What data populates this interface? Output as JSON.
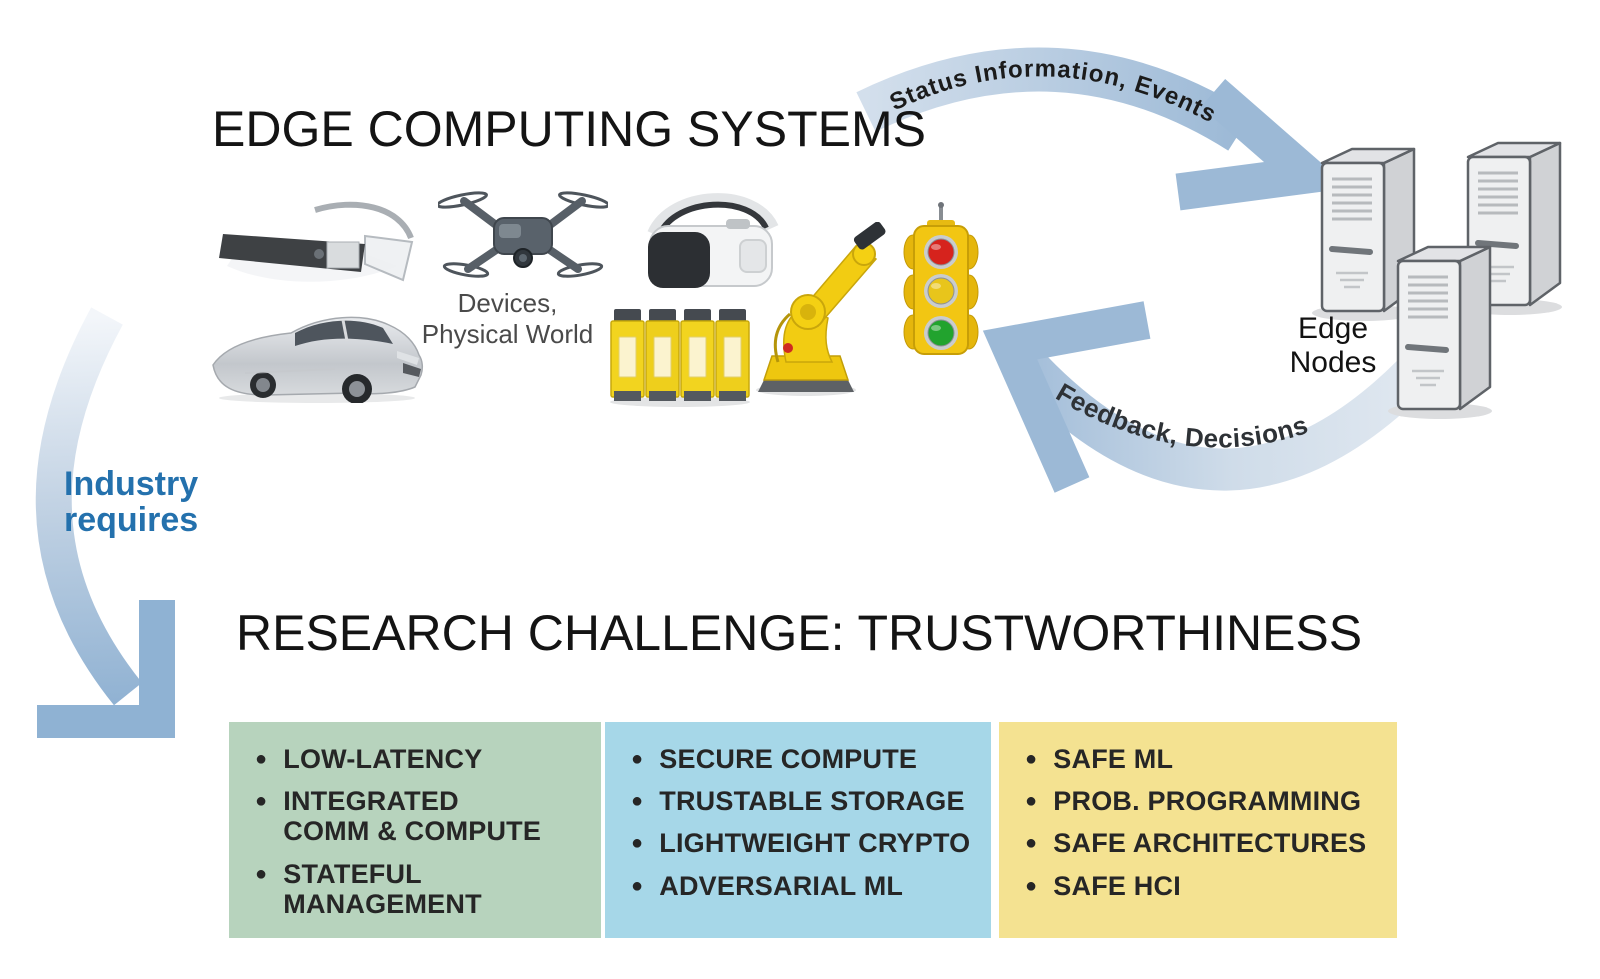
{
  "titles": {
    "edge_systems": "EDGE COMPUTING SYSTEMS",
    "research_challenge": "RESEARCH CHALLENGE: TRUSTWORTHINESS"
  },
  "flow": {
    "to_edge_label": "Status Information, Events",
    "from_edge_label": "Feedback, Decisions",
    "industry_line1": "Industry",
    "industry_line2": "requires"
  },
  "device_cluster": {
    "caption_line1": "Devices,",
    "caption_line2": "Physical World",
    "icons": [
      "smart-glasses-icon",
      "drone-icon",
      "vr-headset-icon",
      "car-icon",
      "safety-plc-icon",
      "robot-arm-icon",
      "traffic-light-icon"
    ]
  },
  "edge_nodes": {
    "label_line1": "Edge",
    "label_line2": "Nodes",
    "icon": "server-tower-icon",
    "count": 3
  },
  "glyphs": {
    "bullet": "●"
  },
  "colors": {
    "arrow_blue": "#9cb9d6",
    "arrow_blue_light": "#d3dfec",
    "industry_text_blue": "#2471ad",
    "column_green": "#b7d3bd",
    "column_blue": "#a6d7e8",
    "column_yellow": "#f4e291",
    "traffic_red": "#d6231d",
    "traffic_yellow": "#e8c51b",
    "traffic_green": "#22a32e"
  },
  "challenge_columns": [
    {
      "name": "green-column",
      "color": "#b7d3bd",
      "items": [
        {
          "lines": [
            "LOW-LATENCY"
          ]
        },
        {
          "lines": [
            "INTEGRATED",
            "COMM & COMPUTE"
          ]
        },
        {
          "lines": [
            "STATEFUL",
            "MANAGEMENT"
          ]
        }
      ]
    },
    {
      "name": "blue-column",
      "color": "#a6d7e8",
      "items": [
        {
          "lines": [
            "SECURE COMPUTE"
          ]
        },
        {
          "lines": [
            "TRUSTABLE STORAGE"
          ]
        },
        {
          "lines": [
            "LIGHTWEIGHT CRYPTO"
          ]
        },
        {
          "lines": [
            "ADVERSARIAL ML"
          ]
        }
      ]
    },
    {
      "name": "yellow-column",
      "color": "#f4e291",
      "items": [
        {
          "lines": [
            "SAFE ML"
          ]
        },
        {
          "lines": [
            "PROB. PROGRAMMING"
          ]
        },
        {
          "lines": [
            "SAFE ARCHITECTURES"
          ]
        },
        {
          "lines": [
            "SAFE HCI"
          ]
        }
      ]
    }
  ]
}
